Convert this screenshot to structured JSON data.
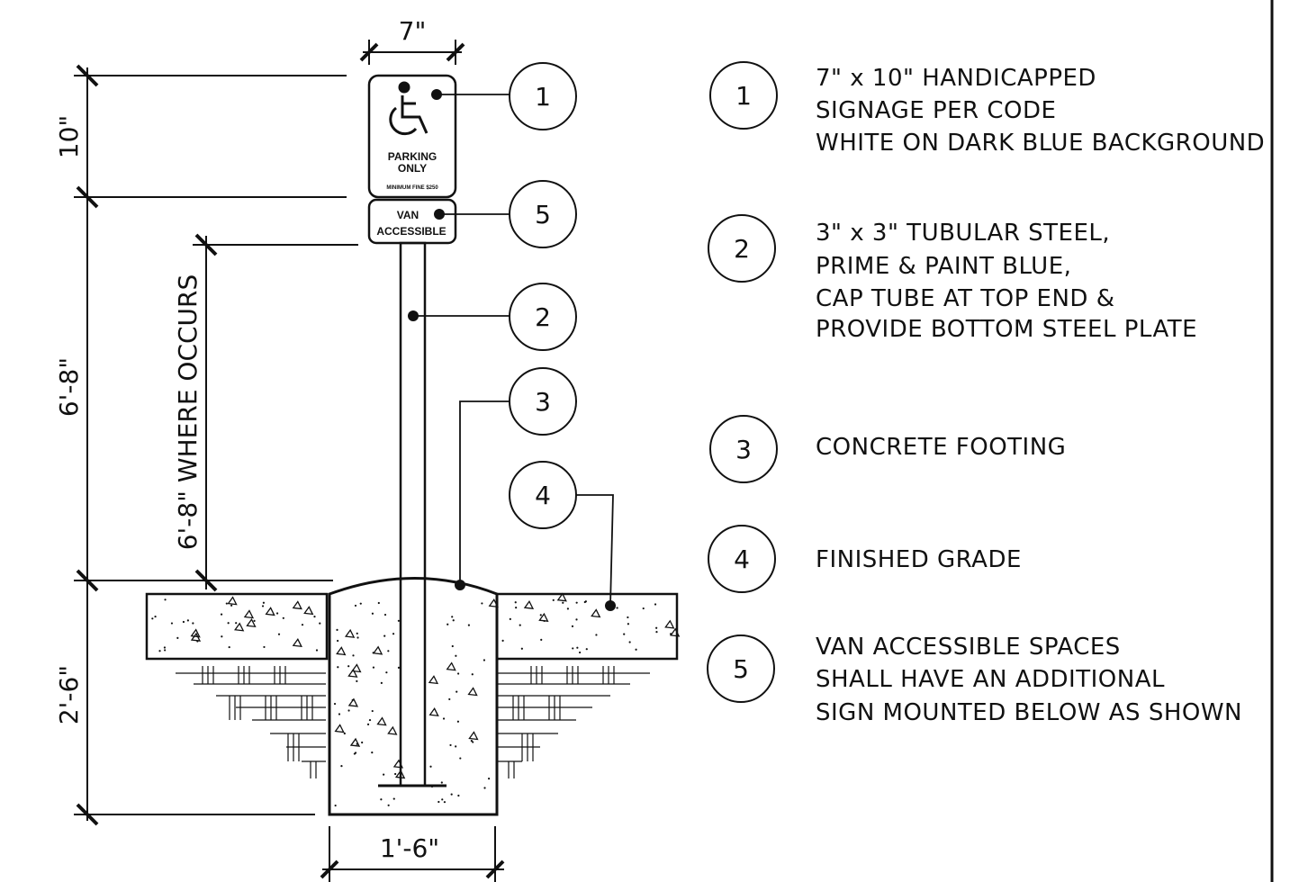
{
  "dimensions": {
    "sign_width": "7\"",
    "sign_height": "10\"",
    "post_height": "6'-8\"",
    "van_sign_height": "6'-8\" WHERE OCCURS",
    "footing_depth": "2'-6\"",
    "footing_width": "1'-6\""
  },
  "sign": {
    "line1": "PARKING",
    "line2": "ONLY",
    "fine": "MINIMUM FINE $250"
  },
  "van_sign": {
    "line1": "VAN",
    "line2": "ACCESSIBLE"
  },
  "callouts": [
    "1",
    "5",
    "2",
    "3",
    "4"
  ],
  "notes": [
    {
      "num": "1",
      "lines": [
        "7\" x 10\" HANDICAPPED",
        "SIGNAGE PER CODE",
        "WHITE ON DARK BLUE BACKGROUND"
      ]
    },
    {
      "num": "2",
      "lines": [
        "3\" x 3\" TUBULAR STEEL,",
        "PRIME & PAINT BLUE,",
        "CAP TUBE AT TOP END &",
        "PROVIDE BOTTOM STEEL PLATE"
      ]
    },
    {
      "num": "3",
      "lines": [
        "CONCRETE FOOTING"
      ]
    },
    {
      "num": "4",
      "lines": [
        "FINISHED GRADE"
      ]
    },
    {
      "num": "5",
      "lines": [
        "VAN ACCESSIBLE SPACES",
        "SHALL HAVE AN ADDITIONAL",
        "SIGN MOUNTED BELOW AS SHOWN"
      ]
    }
  ]
}
